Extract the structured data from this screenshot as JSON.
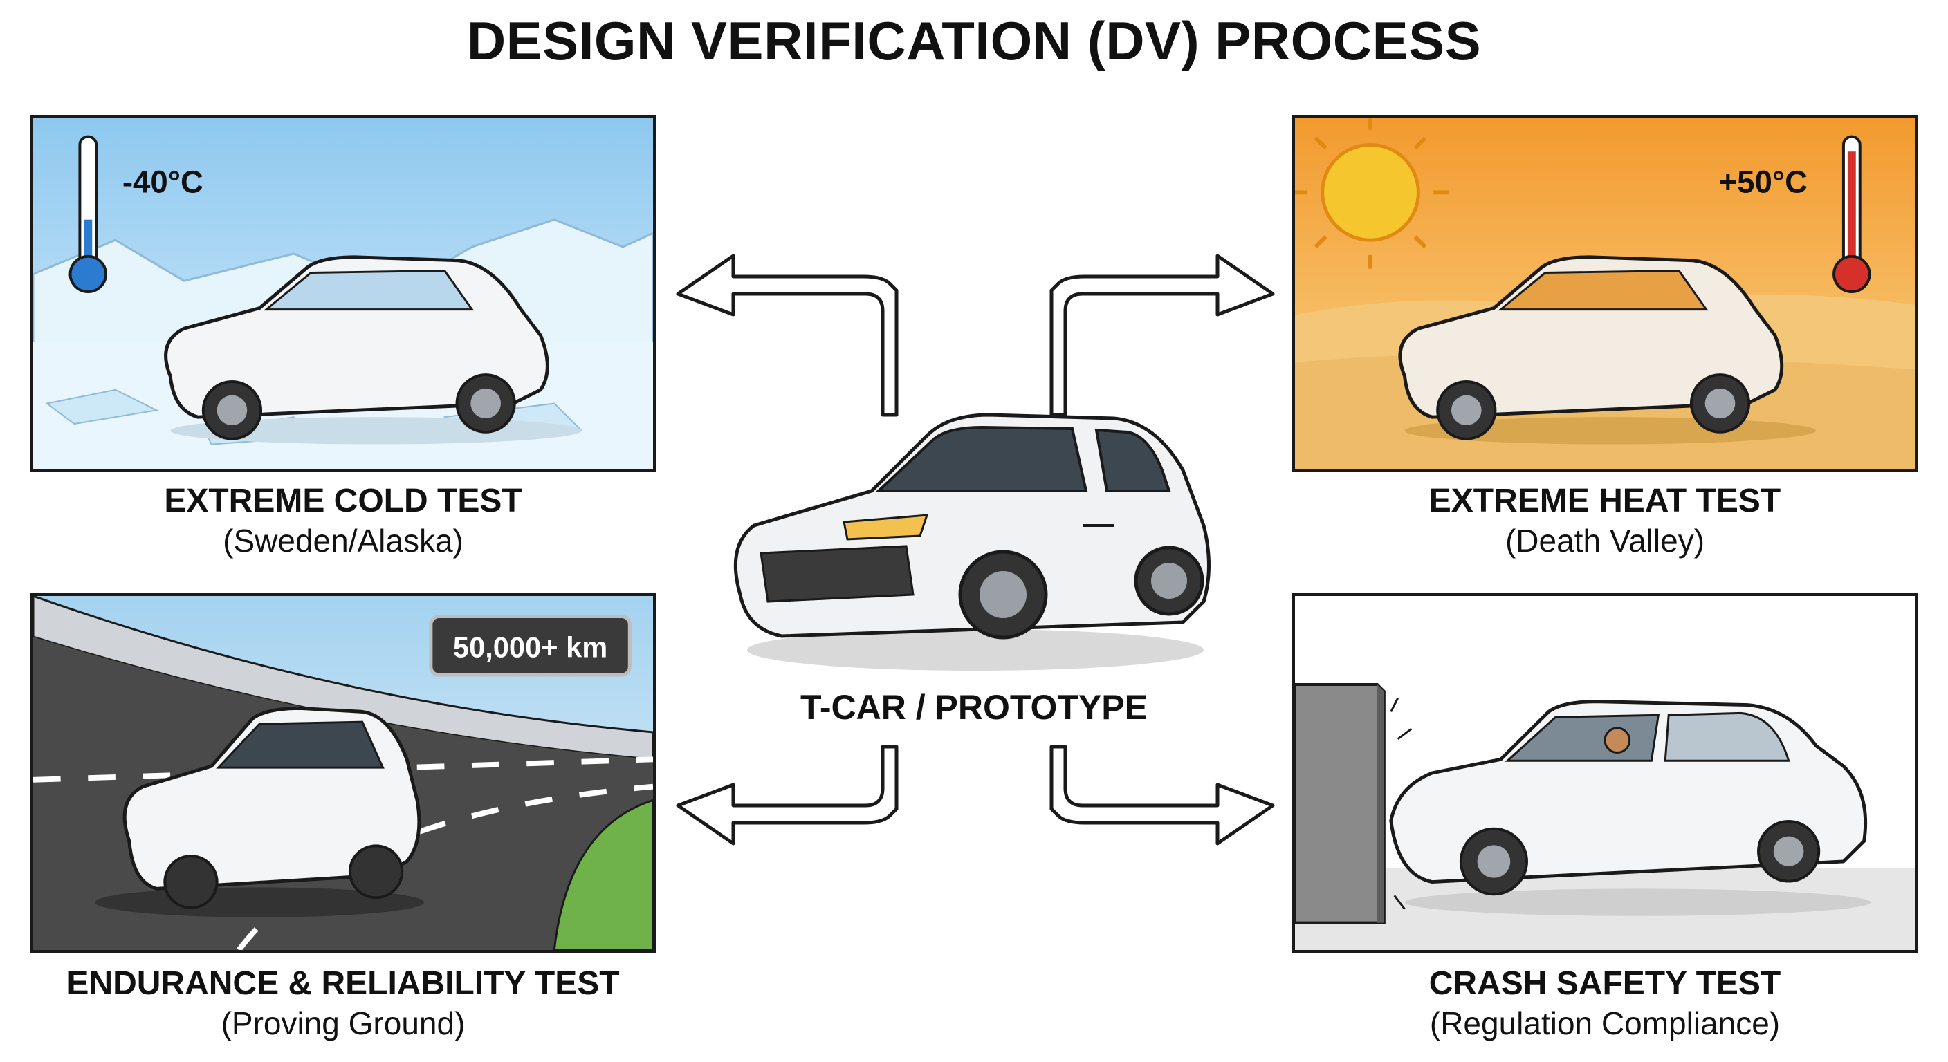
{
  "title": "DESIGN VERIFICATION (DV) PROCESS",
  "center": {
    "label": "T-CAR / PROTOTYPE"
  },
  "panels": {
    "cold": {
      "title": "EXTREME COLD TEST",
      "subtitle": "(Sweden/Alaska)",
      "temperature": "-40°C"
    },
    "heat": {
      "title": "EXTREME HEAT TEST",
      "subtitle": "(Death Valley)",
      "temperature": "+50°C"
    },
    "endurance": {
      "title": "ENDURANCE & RELIABILITY TEST",
      "subtitle": "(Proving Ground)",
      "distance": "50,000+ km"
    },
    "crash": {
      "title": "CRASH SAFETY TEST",
      "subtitle": "(Regulation Compliance)"
    }
  },
  "icons": [
    "thermometer-icon",
    "sun-icon",
    "arrow-icon",
    "car-icon",
    "crash-wall-icon"
  ],
  "colors": {
    "cold_sky": "#a9d6f2",
    "heat_sky": "#f4a83a",
    "road": "#4a4a4a",
    "car": "#eef0f2",
    "outline": "#1a1a1a"
  }
}
